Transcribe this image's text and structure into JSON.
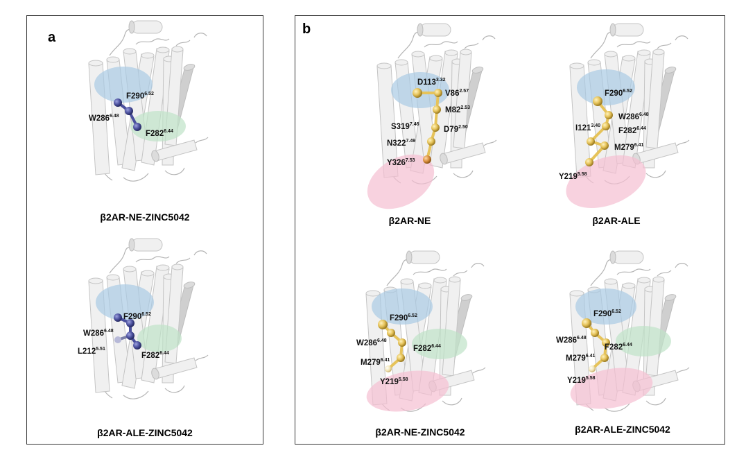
{
  "panels": [
    {
      "letter": "a",
      "structures": [
        {
          "caption": "β2AR-NE-ZINC5042",
          "color": "#4a4f9c",
          "residues": [
            {
              "name": "F290",
              "sup": "6.52"
            },
            {
              "name": "W286",
              "sup": "6.48"
            },
            {
              "name": "F282",
              "sup": "6.44"
            }
          ]
        },
        {
          "caption": "β2AR-ALE-ZINC5042",
          "color": "#4a4f9c",
          "residues": [
            {
              "name": "F290",
              "sup": "6.52"
            },
            {
              "name": "W286",
              "sup": "6.48"
            },
            {
              "name": "L212",
              "sup": "5.51"
            },
            {
              "name": "F282",
              "sup": "6.44"
            }
          ]
        }
      ]
    },
    {
      "letter": "b",
      "structures": [
        {
          "caption": "β2AR-NE",
          "color": "#e6c35a",
          "residues": [
            {
              "name": "D113",
              "sup": "3.32"
            },
            {
              "name": "V86",
              "sup": "2.57"
            },
            {
              "name": "M82",
              "sup": "2.53"
            },
            {
              "name": "S319",
              "sup": "7.46"
            },
            {
              "name": "D79",
              "sup": "2.50"
            },
            {
              "name": "N322",
              "sup": "7.49"
            },
            {
              "name": "Y326",
              "sup": "7.53"
            }
          ]
        },
        {
          "caption": "β2AR-ALE",
          "color": "#e6c35a",
          "residues": [
            {
              "name": "F290",
              "sup": "6.52"
            },
            {
              "name": "W286",
              "sup": "6.48"
            },
            {
              "name": "I121",
              "sup": "3.40"
            },
            {
              "name": "F282",
              "sup": "6.44"
            },
            {
              "name": "M279",
              "sup": "6.41"
            },
            {
              "name": "Y219",
              "sup": "5.58"
            }
          ]
        },
        {
          "caption": "β2AR-NE-ZINC5042",
          "color": "#e6c35a",
          "residues": [
            {
              "name": "F290",
              "sup": "6.52"
            },
            {
              "name": "W286",
              "sup": "6.48"
            },
            {
              "name": "F282",
              "sup": "6.44"
            },
            {
              "name": "M279",
              "sup": "6.41"
            },
            {
              "name": "Y219",
              "sup": "5.58"
            }
          ]
        },
        {
          "caption": "β2AR-ALE-ZINC5042",
          "color": "#e6c35a",
          "residues": [
            {
              "name": "F290",
              "sup": "6.52"
            },
            {
              "name": "W286",
              "sup": "6.48"
            },
            {
              "name": "F282",
              "sup": "6.44"
            },
            {
              "name": "M279",
              "sup": "6.41"
            },
            {
              "name": "Y219",
              "sup": "5.58"
            }
          ]
        }
      ]
    }
  ],
  "region_colors": {
    "upper_pocket": "#a9cbe4",
    "middle_pocket": "#bfe3c8",
    "lower_pocket": "#f5bfd2"
  }
}
